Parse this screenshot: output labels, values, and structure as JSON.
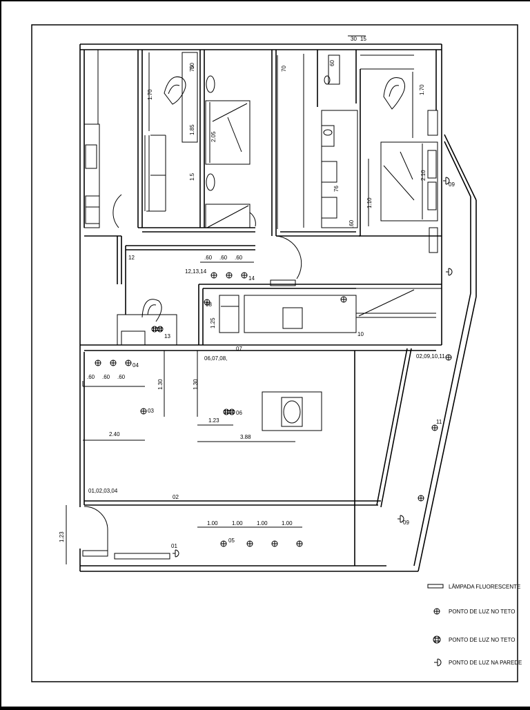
{
  "labels": {
    "top_dim": "30",
    "top_dim2": "15",
    "top_right_1_70": "1.70",
    "bath_70": "70",
    "bath_50": "50",
    "bath_1_85": "1.85",
    "bath_2_05": "2.05",
    "bath_1_5": "1.5",
    "left_1_70": "1.70",
    "c_70": "70",
    "c_60": "60",
    "c_2_10": "2.10",
    "c_1_10": "1.10",
    "c_76": "76",
    "c_60b": ".60",
    "lbl_12": "12",
    "lbl_12_13_14": "12,13,14",
    "d60a": ".60",
    "d60b": ".60",
    "d60c": ".60",
    "lbl_14": "14",
    "lbl_08": "08",
    "lbl_1_25": "1.25",
    "lbl_10": "10",
    "lbl_13": "13",
    "lbl_06_07_08": "06,07,08,",
    "lbl_07": "07",
    "lbl_02_09_10_11": "02,09,10,11",
    "lbl_04": "04",
    "l60a": ".60",
    "l60b": ".60",
    "l60c": ".60",
    "lbl_1_30a": "1.30",
    "lbl_1_30b": "1.30",
    "lbl_03": "03",
    "lbl_06": "06",
    "lbl_1_23": "1.23",
    "lbl_2_40": "2.40",
    "lbl_3_88": "3.88",
    "lbl_11": "11",
    "lbl_01_02_03_04": "01,02,03,04",
    "lbl_02": "02",
    "lbl_1_23v": "1.23",
    "lbl_09a": "09",
    "lbl_09b": "09",
    "d100a": "1.00",
    "d100b": "1.00",
    "d100c": "1.00",
    "d100d": "1.00",
    "lbl_05": "05",
    "lbl_01": "01"
  },
  "legend": [
    {
      "symbol": "fluorescent",
      "label": "LÂMPADA FLUORESCENTE"
    },
    {
      "symbol": "ceiling-light-1",
      "label": "PONTO DE LUZ NO TETO"
    },
    {
      "symbol": "ceiling-light-2",
      "label": "PONTO DE LUZ NO TETO"
    },
    {
      "symbol": "wall-light",
      "label": "PONTO DE LUZ NA PAREDE"
    }
  ]
}
